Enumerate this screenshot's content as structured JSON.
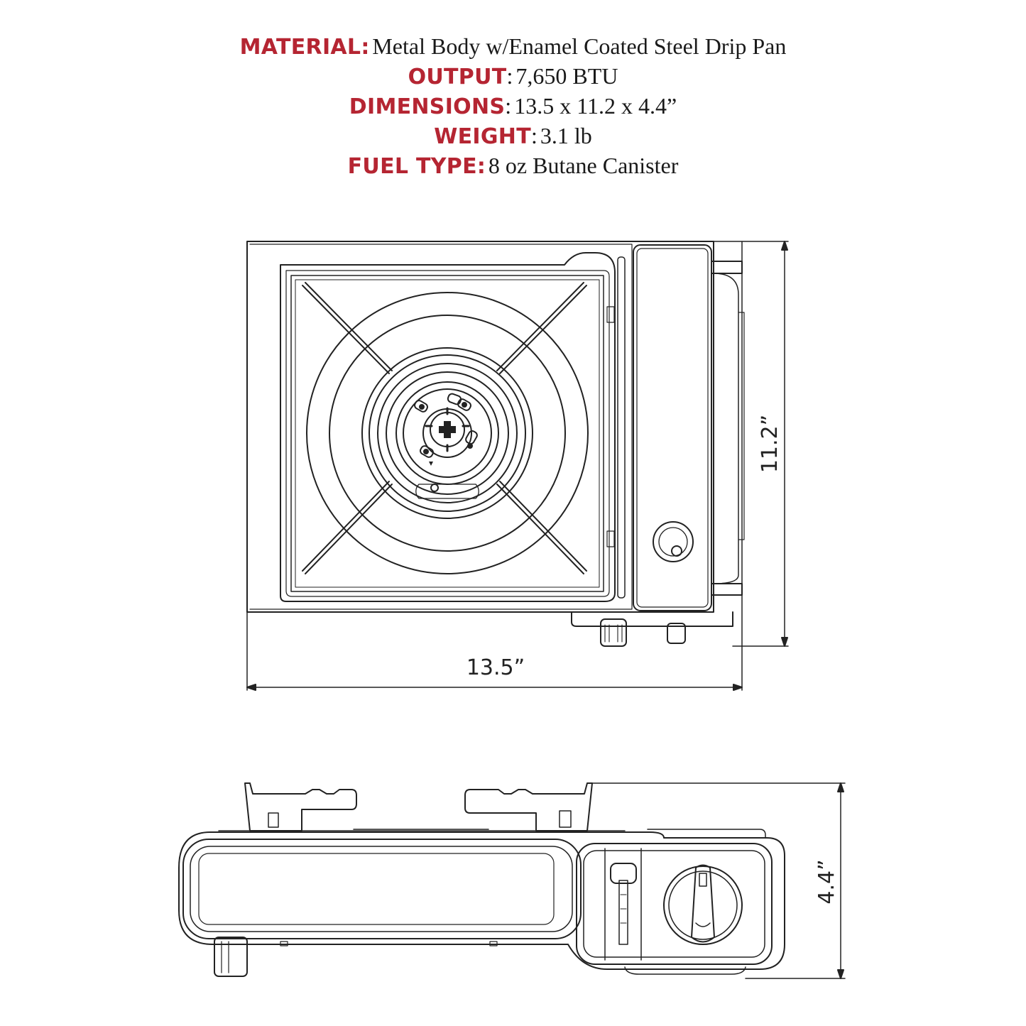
{
  "specs": [
    {
      "label": "MATERIAL",
      "colon_red": true,
      "value": "Metal Body w/Enamel Coated Steel Drip Pan"
    },
    {
      "label": "OUTPUT",
      "colon_red": false,
      "value": "7,650 BTU"
    },
    {
      "label": "DIMENSIONS",
      "colon_red": false,
      "value": "13.5 x 11.2 x 4.4”"
    },
    {
      "label": "WEIGHT",
      "colon_red": false,
      "value": "3.1 lb"
    },
    {
      "label": "FUEL TYPE",
      "colon_red": true,
      "value": "8 oz Butane Canister"
    }
  ],
  "dimensions": {
    "width": "13.5”",
    "depth": "11.2”",
    "height": "4.4”"
  },
  "colors": {
    "label": "#b52532",
    "line": "#222222"
  }
}
